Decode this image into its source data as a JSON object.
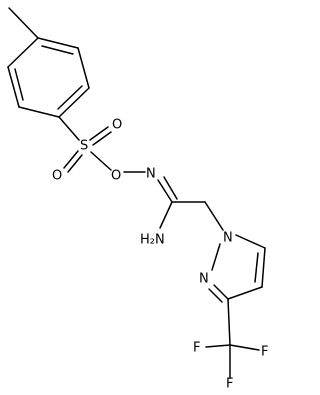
{
  "molecule": {
    "atoms": {
      "sulfonyl_O_top": "O",
      "sulfur": "S",
      "sulfonyl_O_bottom": "O",
      "oxime_O": "O",
      "oxime_N": "N",
      "amine": "H₂N",
      "pyrazole_N1": "N",
      "pyrazole_N2": "N",
      "fluorine_left": "F",
      "fluorine_right": "F",
      "fluorine_bottom": "F"
    }
  }
}
